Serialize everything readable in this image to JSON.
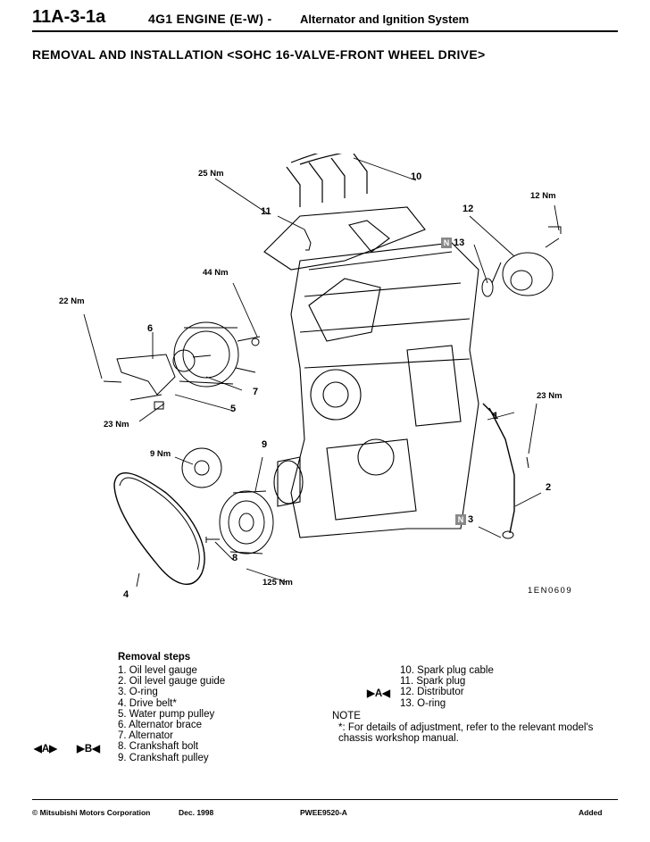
{
  "header": {
    "code": "11A-3-1a",
    "engine": "4G1 ENGINE (E-W)  -",
    "system": "Alternator and Ignition System"
  },
  "section_title": "REMOVAL AND INSTALLATION <SOHC 16-VALVE-FRONT WHEEL DRIVE>",
  "diagram": {
    "torques": {
      "t25": "25 Nm",
      "t12": "12 Nm",
      "t44": "44 Nm",
      "t22": "22 Nm",
      "t23a": "23 Nm",
      "t23b": "23 Nm",
      "t9": "9 Nm",
      "t125": "125 Nm"
    },
    "callouts": {
      "c1": "1",
      "c2": "2",
      "c3": "3",
      "c4": "4",
      "c5": "5",
      "c6": "6",
      "c7": "7",
      "c8": "8",
      "c9": "9",
      "c10": "10",
      "c11": "11",
      "c12": "12",
      "c13": "13"
    },
    "n_mark": "N",
    "fig_code": "1EN0609"
  },
  "removal": {
    "heading": "Removal steps",
    "left_steps": [
      "1. Oil level gauge",
      "2. Oil level gauge guide",
      "3. O-ring",
      "4. Drive belt*",
      "5. Water pump pulley",
      "6. Alternator brace",
      "7. Alternator",
      "8. Crankshaft bolt",
      "9. Crankshaft pulley"
    ],
    "right_steps": [
      "10. Spark plug cable",
      "11. Spark plug",
      "12. Distributor",
      "13. O-ring"
    ],
    "marks": {
      "a_left": "◀A▶",
      "b_left": "▶B◀",
      "a_right": "▶A◀"
    }
  },
  "note": {
    "heading": "NOTE",
    "text": "*: For details of adjustment, refer to the relevant model's chassis workshop manual."
  },
  "footer": {
    "copyright": "©  Mitsubishi Motors Corporation",
    "date": "Dec. 1998",
    "code": "PWEE9520-A",
    "status": "Added"
  }
}
